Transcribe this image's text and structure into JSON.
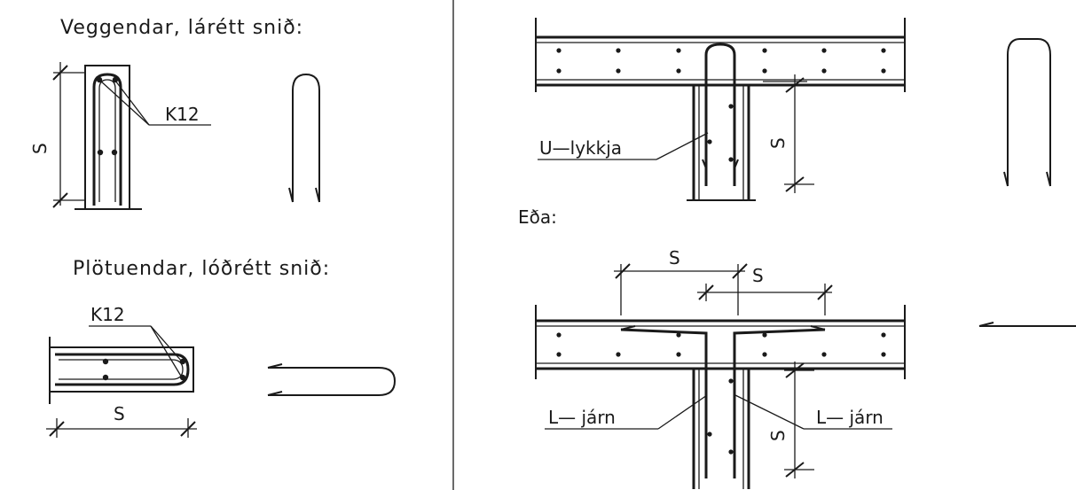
{
  "labels": {
    "wall_ends_title": "Veggendar, lárétt snið:",
    "slab_ends_title": "Plötuendar, lóðrétt snið:",
    "k12_top": "K12",
    "k12_bottom": "K12",
    "s_wall": "S",
    "s_slab": "S",
    "u_loop": "U—lykkja",
    "s_tjoint_top": "S",
    "or": "Eða:",
    "s_lbar_left": "S",
    "s_lbar_right": "S",
    "l_bar_left": "L— járn",
    "l_bar_right": "L— járn",
    "s_tjoint_bottom": "S"
  }
}
